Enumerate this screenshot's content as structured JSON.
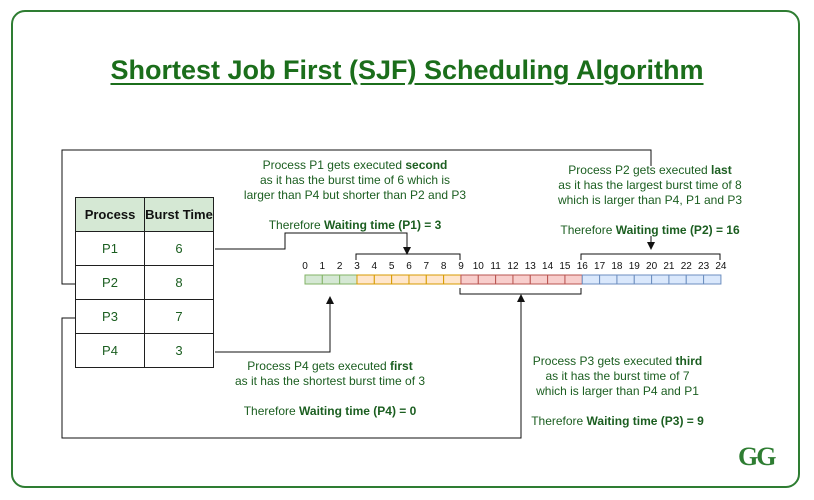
{
  "title": "Shortest Job First (SJF) Scheduling Algorithm",
  "table": {
    "headers": [
      "Process",
      "Burst Time"
    ],
    "rows": [
      {
        "process": "P1",
        "burst": "6"
      },
      {
        "process": "P2",
        "burst": "8"
      },
      {
        "process": "P3",
        "burst": "7"
      },
      {
        "process": "P4",
        "burst": "3"
      }
    ]
  },
  "notes": {
    "p1": {
      "line1_pre": "Process P1 gets executed ",
      "line1_bold": "second",
      "line2": "as it has the burst time of 6 which is",
      "line3": "larger than P4 but shorter than P2 and P3",
      "wait_pre": "Therefore ",
      "wait_bold": "Waiting time (P1) = 3"
    },
    "p2": {
      "line1_pre": "Process P2 gets executed ",
      "line1_bold": "last",
      "line2": "as it has the largest burst time of 8",
      "line3": "which is larger than P4, P1 and P3",
      "wait_pre": "Therefore ",
      "wait_bold": "Waiting time (P2) = 16"
    },
    "p4": {
      "line1_pre": "Process P4 gets executed ",
      "line1_bold": "first",
      "line2": "as it has the shortest burst time of 3",
      "wait_pre": "Therefore ",
      "wait_bold": "Waiting time (P4) = 0"
    },
    "p3": {
      "line1_pre": "Process P3 gets executed ",
      "line1_bold": "third",
      "line2": "as it has the burst time of 7",
      "line3": "which is larger than P4 and P1",
      "wait_pre": "Therefore ",
      "wait_bold": "Waiting time (P3) = 9"
    }
  },
  "timeline": {
    "ticks": [
      "0",
      "1",
      "2",
      "3",
      "4",
      "5",
      "6",
      "7",
      "8",
      "9",
      "10",
      "11",
      "12",
      "13",
      "14",
      "15",
      "16",
      "17",
      "18",
      "19",
      "20",
      "21",
      "22",
      "23",
      "24"
    ],
    "segments": [
      {
        "process": "P4",
        "start": 0,
        "end": 3,
        "fill": "#d5e8d4",
        "stroke": "#82b366"
      },
      {
        "process": "P1",
        "start": 3,
        "end": 9,
        "fill": "#ffe6cc",
        "stroke": "#d79b00"
      },
      {
        "process": "P3",
        "start": 9,
        "end": 16,
        "fill": "#f8cecc",
        "stroke": "#b85450"
      },
      {
        "process": "P2",
        "start": 16,
        "end": 24,
        "fill": "#dae8fc",
        "stroke": "#6c8ebf"
      }
    ]
  },
  "logo": "GG",
  "colors": {
    "frame": "#2e7d32",
    "title": "#1b6e1b",
    "text": "#1b5e20",
    "header_fill": "#d5e8d4"
  }
}
